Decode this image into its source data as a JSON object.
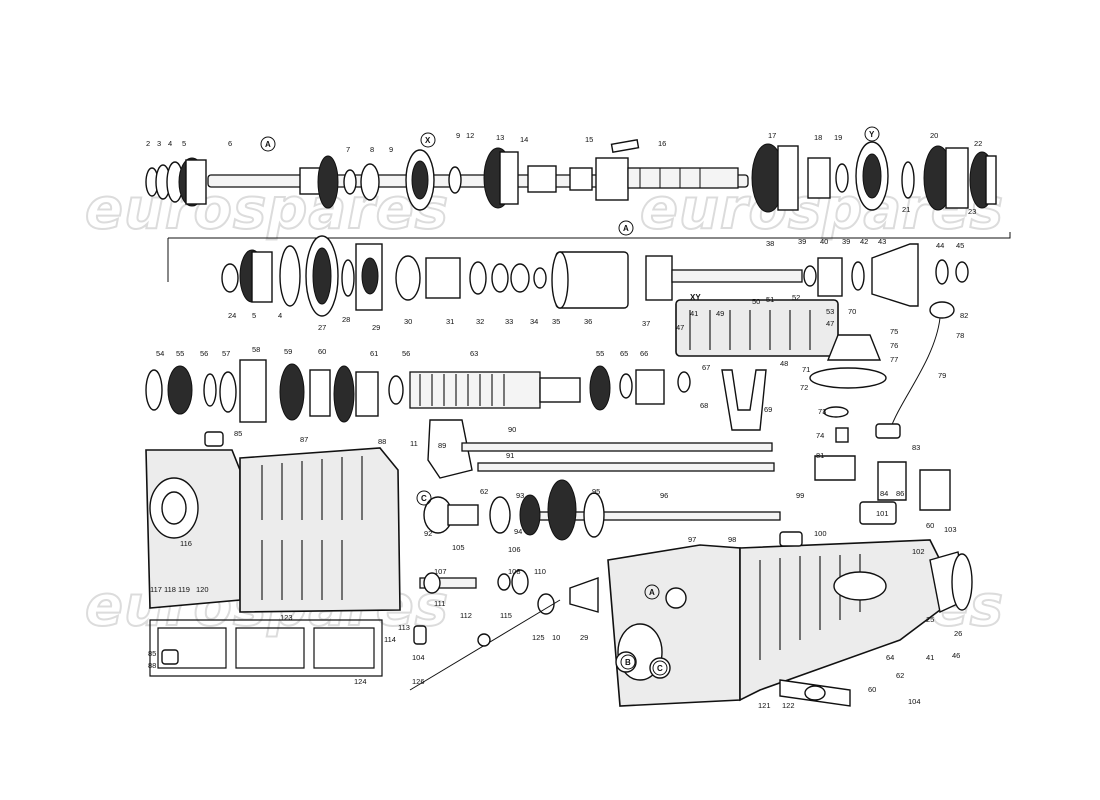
{
  "watermark": {
    "text": "eurospares"
  },
  "callouts": {
    "row1": [
      "2",
      "3",
      "4",
      "5",
      "6",
      "7",
      "8",
      "9",
      "9",
      "12",
      "13",
      "14",
      "15",
      "16",
      "17",
      "18",
      "19",
      "20",
      "21",
      "22",
      "23"
    ],
    "row1_circle": [
      "A",
      "X",
      "Y"
    ],
    "row2": [
      "24",
      "5",
      "4",
      "27",
      "28",
      "29",
      "30",
      "31",
      "32",
      "33",
      "34",
      "35",
      "36",
      "37",
      "38",
      "39",
      "40",
      "39",
      "42",
      "43",
      "44",
      "45"
    ],
    "row2_circle": [
      "A"
    ],
    "row3": [
      "54",
      "55",
      "56",
      "57",
      "58",
      "59",
      "60",
      "61",
      "56",
      "63",
      "55",
      "65",
      "66",
      "67",
      "68",
      "69"
    ],
    "selector": [
      "XY",
      "41",
      "47",
      "49",
      "50",
      "51",
      "52",
      "53",
      "47",
      "48"
    ],
    "lever": [
      "70",
      "71",
      "72",
      "73",
      "74",
      "75",
      "76",
      "77",
      "78",
      "79",
      "82"
    ],
    "rods": [
      "85",
      "87",
      "88",
      "11",
      "89",
      "90",
      "91",
      "62",
      "93",
      "95",
      "94",
      "92",
      "105",
      "106",
      "96",
      "99",
      "98",
      "97",
      "100",
      "81",
      "83",
      "84",
      "86",
      "101",
      "60",
      "103",
      "102"
    ],
    "lower": [
      "116",
      "117",
      "118",
      "119",
      "120",
      "123",
      "124",
      "85",
      "88",
      "107",
      "108",
      "110",
      "111",
      "112",
      "115",
      "113",
      "114",
      "104",
      "125",
      "126",
      "10",
      "29",
      "25",
      "26",
      "41",
      "46",
      "64",
      "62",
      "60",
      "104",
      "121",
      "122"
    ],
    "lower_circle": [
      "C",
      "A",
      "B",
      "C"
    ]
  }
}
